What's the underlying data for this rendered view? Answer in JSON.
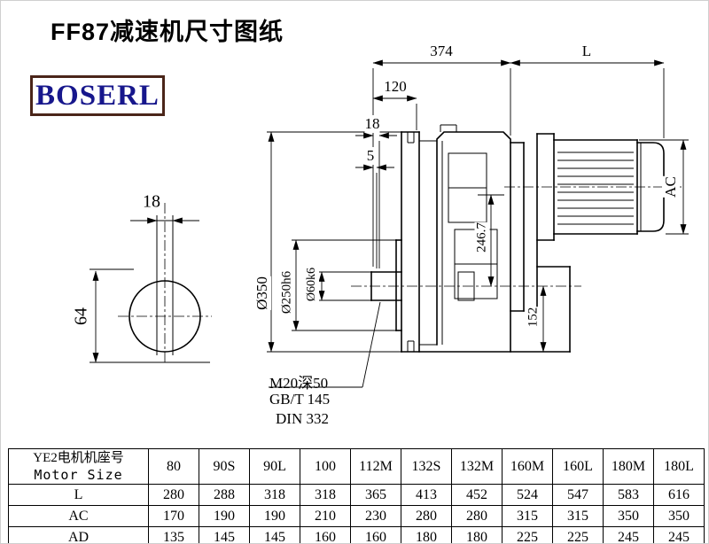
{
  "title": "FF87减速机尺寸图纸",
  "logo": "BOSERL",
  "left_view": {
    "width_dim": "18",
    "height_dim": "64"
  },
  "main_view": {
    "dim_374": "374",
    "dim_L": "L",
    "dim_120": "120",
    "dim_18": "18",
    "dim_5": "5",
    "dim_AC": "AC",
    "dim_246_7": "246.7",
    "dim_o350": "Ø350",
    "dim_o250": "Ø250h6",
    "dim_o60": "Ø60k6",
    "dim_152": "152",
    "note_thread": "M20深50",
    "note_gbt": "GB/T 145",
    "note_din": "DIN 332"
  },
  "table": {
    "row_label_cn": "YE2电机机座号",
    "row_label_en": "Motor Size",
    "columns": [
      "80",
      "90S",
      "90L",
      "100",
      "112M",
      "132S",
      "132M",
      "160M",
      "160L",
      "180M",
      "180L"
    ],
    "rows": [
      {
        "label": "L",
        "values": [
          "280",
          "288",
          "318",
          "318",
          "365",
          "413",
          "452",
          "524",
          "547",
          "583",
          "616"
        ]
      },
      {
        "label": "AC",
        "values": [
          "170",
          "190",
          "190",
          "210",
          "230",
          "280",
          "280",
          "315",
          "315",
          "350",
          "350"
        ]
      },
      {
        "label": "AD",
        "values": [
          "135",
          "145",
          "145",
          "160",
          "160",
          "180",
          "180",
          "225",
          "225",
          "245",
          "245"
        ]
      }
    ]
  }
}
